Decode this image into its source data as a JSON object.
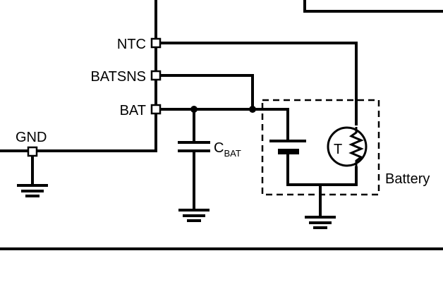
{
  "pins": {
    "ntc": "NTC",
    "batsns": "BATSNS",
    "bat": "BAT",
    "gnd": "GND"
  },
  "capacitor": {
    "label_main": "C",
    "label_sub": "BAT"
  },
  "thermistor": {
    "label": "T"
  },
  "battery_pack": {
    "label": "Battery"
  }
}
